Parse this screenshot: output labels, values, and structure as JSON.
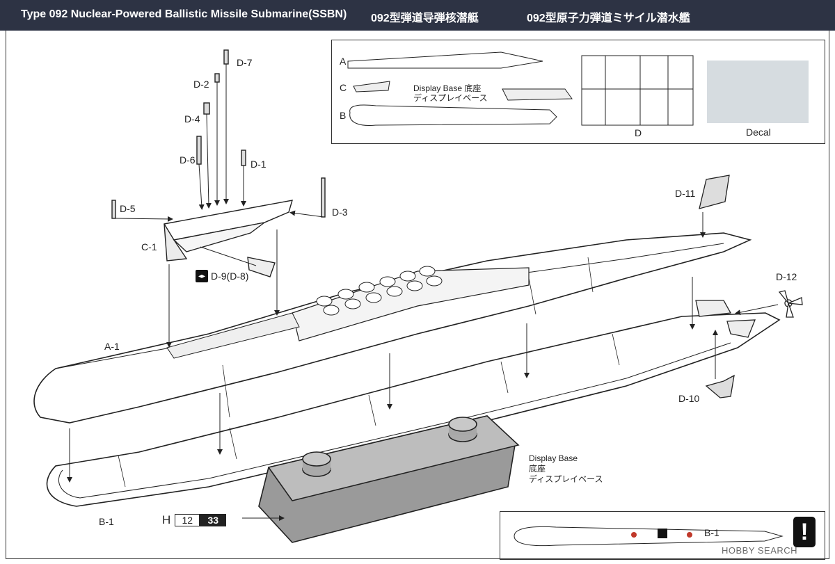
{
  "header": {
    "title_en": "Type 092 Nuclear-Powered Ballistic Missile Submarine(SSBN)",
    "title_zh": "092型弾道导弾核潜艇",
    "title_ja": "092型原子力弾道ミサイル潜水艦"
  },
  "parts_box": {
    "sprue_a": "A",
    "sprue_b": "B",
    "sprue_c": "C",
    "sprue_d": "D",
    "decal": "Decal",
    "display_base_en": "Display Base",
    "display_base_zh": "底座",
    "display_base_ja": "ディスプレイベース"
  },
  "part_labels": {
    "d7": "D-7",
    "d2": "D-2",
    "d4": "D-4",
    "d6": "D-6",
    "d1": "D-1",
    "d5": "D-5",
    "d3": "D-3",
    "c1": "C-1",
    "d9": "D-9(D-8)",
    "a1": "A-1",
    "b1": "B-1",
    "d11": "D-11",
    "d12": "D-12",
    "d10": "D-10"
  },
  "display_base": {
    "en": "Display Base",
    "zh": "底座",
    "ja": "ディスプレイベース"
  },
  "paint": {
    "letter": "H",
    "code1": "12",
    "code2": "33"
  },
  "hint": {
    "label": "B-1",
    "icon": "exclamation-icon",
    "warn_glyph": "!"
  },
  "watermark": "HOBBY SEARCH"
}
